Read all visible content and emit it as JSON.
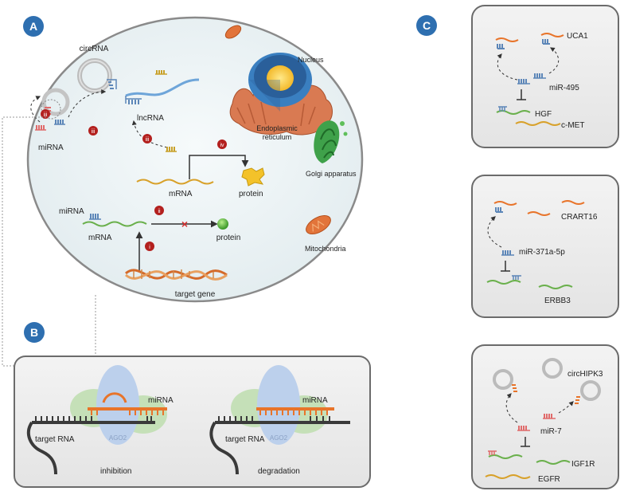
{
  "panels": {
    "a": {
      "badge": "A",
      "circ_label": "circRNA",
      "lnc_label": "lncRNA",
      "mirna_label_left": "miRNA",
      "mrna_label_top": "mRNA",
      "protein_label_top": "protein",
      "mirna_label_bottom": "miRNA",
      "mrna_label_bottom": "mRNA",
      "protein_label_bottom": "protein",
      "target_gene_label": "target gene",
      "nucleus_label": "Nucleus",
      "er_label_1": "Endoplasmic",
      "er_label_2": "reticulum",
      "golgi_label": "Golgi apparatus",
      "mito_label": "Mitochondria",
      "steps": {
        "i": "i",
        "ii": "ii",
        "iii": "iii",
        "iv": "iv"
      }
    },
    "b": {
      "badge": "B",
      "left_title": "inhibition",
      "right_title": "degradation",
      "target_rna": "target RNA",
      "mirna": "miRNA",
      "ago": "AGO2"
    },
    "c": {
      "badge": "C",
      "box1": {
        "lnc": "UCA1",
        "mir": "miR-495",
        "gene1": "HGF",
        "gene2": "c-MET"
      },
      "box2": {
        "lnc": "CRART16",
        "mir": "miR-371a-5p",
        "gene1": "ERBB3"
      },
      "box3": {
        "circ": "circHIPK3",
        "mir": "miR-7",
        "gene1": "IGF1R",
        "gene2": "EGFR"
      }
    }
  },
  "colors": {
    "badge": "#2e6fb0",
    "step_marker": "#b3201e",
    "cell_fill": "#eef4f6",
    "mirna_blue": "#5c86b8",
    "mirna_red": "#e06a6a",
    "mirna_orange": "#e8742a",
    "lnc_blue": "#6ea5d9",
    "mrna_yellow": "#d8a12a",
    "mrna_green": "#6ab04c",
    "ago_blue": "#bcd0ec",
    "ago_green": "#c5e0b8"
  }
}
